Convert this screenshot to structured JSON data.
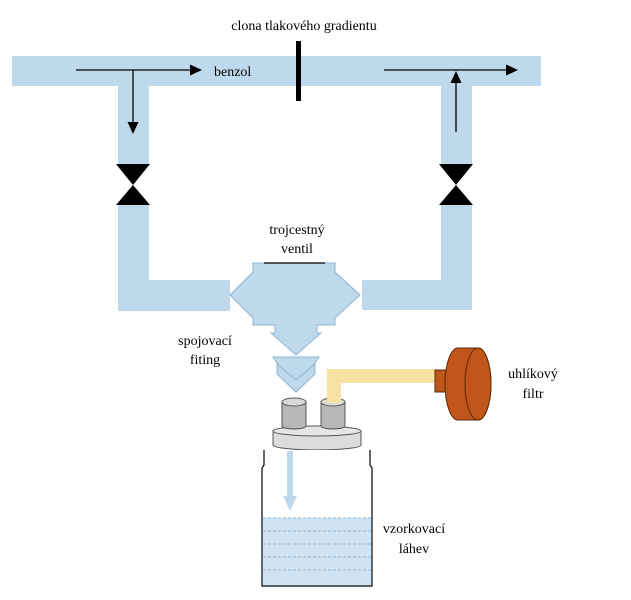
{
  "labels": {
    "orifice": "clona tlakového gradientu",
    "benzene": "benzol",
    "valve_line1": "trojcestný",
    "valve_line2": "ventil",
    "fitting_line1": "spojovací",
    "fitting_line2": "fiting",
    "filter_line1": "uhlíkový",
    "filter_line2": "filtr",
    "bottle_line1": "vzorkovací",
    "bottle_line2": "láhev"
  },
  "colors": {
    "pipe": "#bfd9ec",
    "pipe_edge": "#8fb4d3",
    "arrow": "#000000",
    "filter_body": "#c0561a",
    "filter_edge": "#5a2a0a",
    "filter_tube": "#f7e1a3",
    "liquid": "#cfe3f3",
    "cap": "#dcdcdc",
    "cap_edge": "#555555"
  },
  "icons": {
    "valve_left": "two-way-valve-icon",
    "valve_right": "two-way-valve-icon",
    "three_way_valve": "three-way-valve-icon",
    "carbon_filter": "cylinder-filter-icon",
    "sample_bottle": "bottle-icon"
  }
}
